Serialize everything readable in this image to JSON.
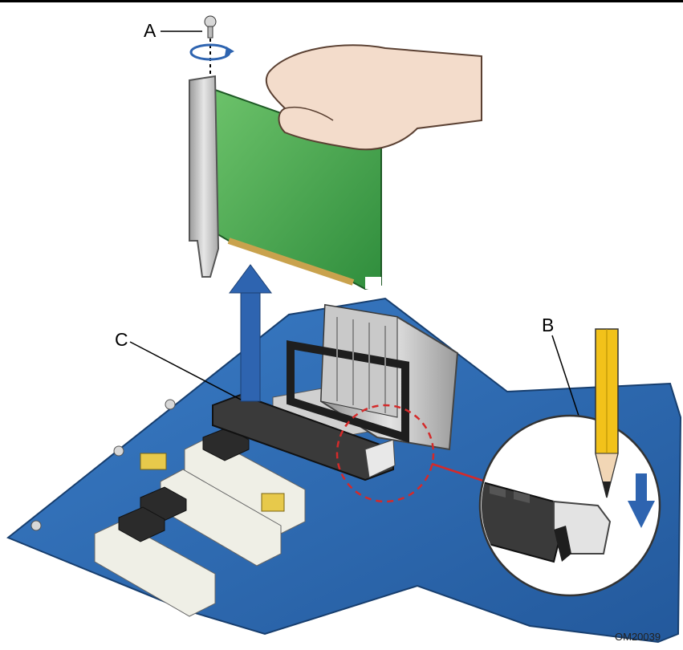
{
  "labels": {
    "a": "A",
    "b": "B",
    "c": "C"
  },
  "figure_code": "OM20039",
  "colors": {
    "board": "#2f6db3",
    "board_edge": "#1d4c86",
    "card_pcb": "#4aa64a",
    "bracket": "#c8c8c8",
    "arrow": "#2e64b0",
    "connector": "#3a3a3a",
    "slot_white": "#efefe6",
    "heatsink": "#b9b9b9",
    "pencil": "#f2c21a",
    "dashed_circle": "#d42a2a",
    "skin": "#f3dccb"
  }
}
